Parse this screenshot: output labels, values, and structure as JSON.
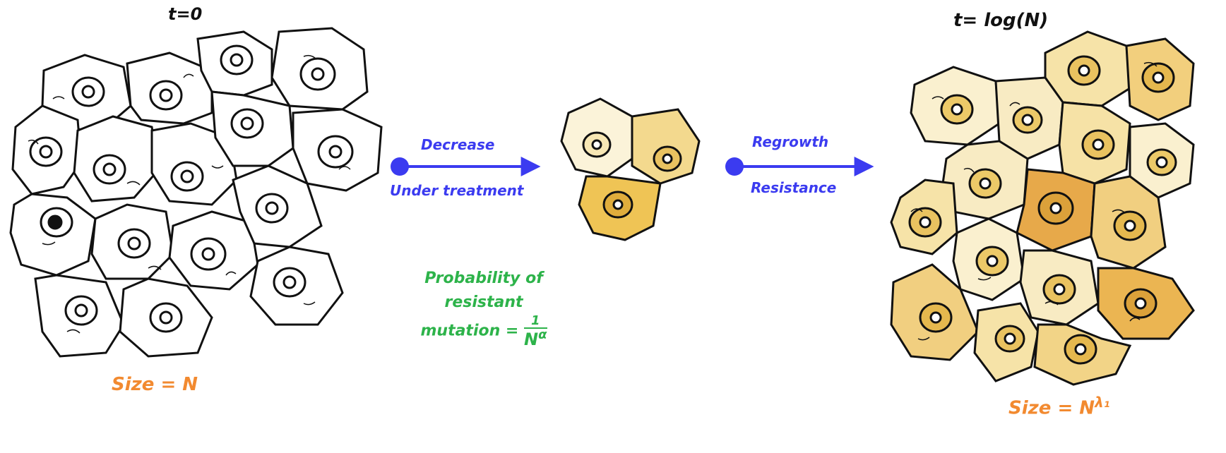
{
  "left_panel": {
    "time_label": "t=0",
    "size_label": "Size = N"
  },
  "arrow1": {
    "top_label": "Decrease",
    "bottom_label": "Under treatment"
  },
  "probability": {
    "line1": "Probability of",
    "line2": "resistant",
    "line3": "mutation =",
    "numerator": "1",
    "denominator_base": "N",
    "denominator_exp": "α"
  },
  "arrow2": {
    "top_label": "Regrowth",
    "bottom_label": "Resistance"
  },
  "right_panel": {
    "time_label": "t= log(N)",
    "size_base": "Size = N",
    "size_exp": "λ₁"
  },
  "colors": {
    "arrow": "#3b3bf0",
    "size_text": "#f28a30",
    "probability_text": "#2db34a",
    "cell_tint": "#f1d48a"
  }
}
